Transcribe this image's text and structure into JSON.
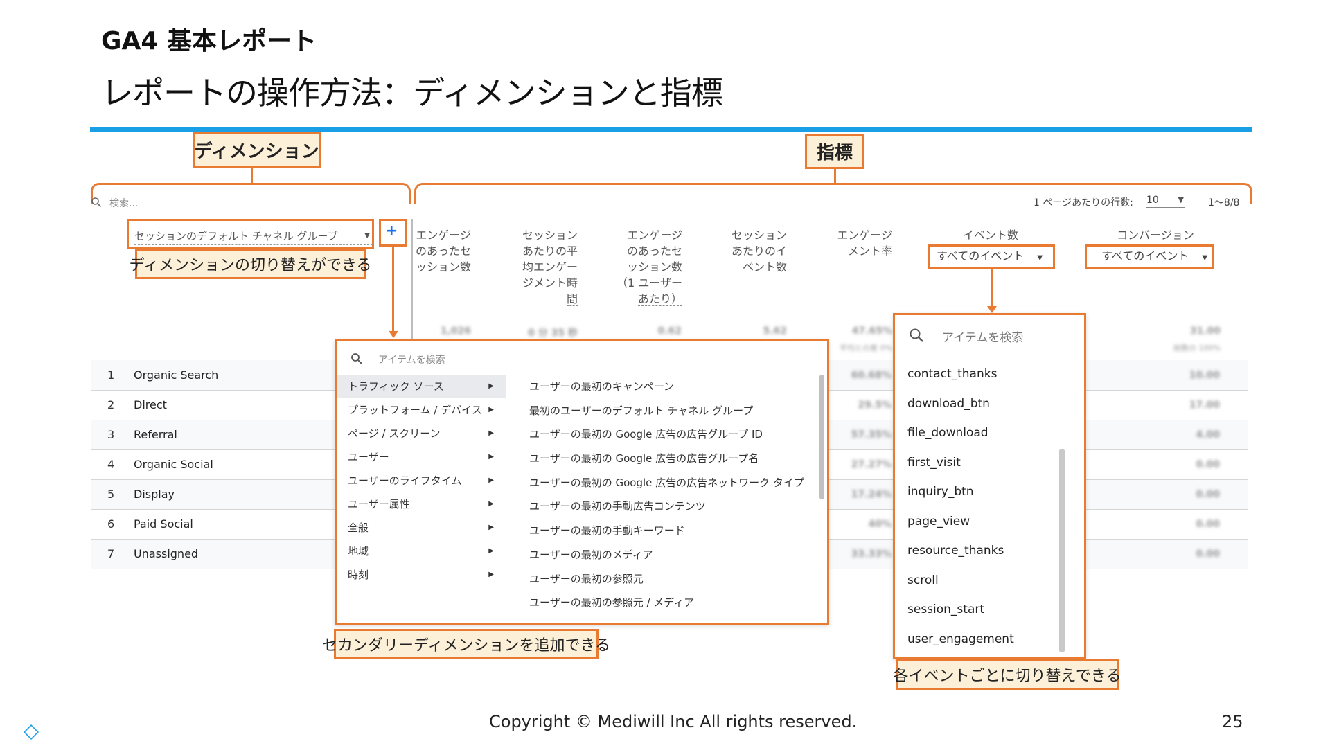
{
  "slide": {
    "kicker": "GA4 基本レポート",
    "title": "レポートの操作方法：ディメンションと指標"
  },
  "callouts": {
    "dimension": "ディメンション",
    "metric": "指標",
    "dimension_switch": "ディメンションの切り替えができる",
    "secondary_dimension": "セカンダリーディメンションを追加できる",
    "event_switch": "各イベントごとに切り替えできる"
  },
  "report": {
    "search_placeholder": "検索...",
    "rows_per_page_label": "1 ページあたりの行数:",
    "rows_per_page_value": "10",
    "pagination": "1〜8/8",
    "dimension_select": "セッションのデフォルト チャネル グループ",
    "add_dimension": "+",
    "metric_headers": [
      [
        "エンゲージ",
        "のあったセ",
        "ッション数"
      ],
      [
        "セッション",
        "あたりの平",
        "均エンゲー",
        "ジメント時",
        "間"
      ],
      [
        "エンゲージ",
        "のあったセ",
        "ッション数",
        "（1 ユーザー",
        "あたり）"
      ],
      [
        "セッション",
        "あたりのイ",
        "ベント数"
      ],
      [
        "エンゲージ",
        "メント率"
      ]
    ],
    "event_count_header": "イベント数",
    "event_count_select": "すべてのイベント",
    "conversion_header": "コンバージョン",
    "conversion_select": "すべてのイベント",
    "totals": [
      "1,026",
      "0 分 35 秒",
      "0.62",
      "5.62",
      "47.65%",
      "31.00"
    ],
    "totals_sub": [
      "",
      "",
      "",
      "",
      "平均との差 0%",
      "総数の 100%"
    ],
    "rows": [
      {
        "index": "1",
        "label": "Organic Search",
        "engagement_rate": "60.68%",
        "conversions": "10.00"
      },
      {
        "index": "2",
        "label": "Direct",
        "engagement_rate": "29.5%",
        "conversions": "17.00"
      },
      {
        "index": "3",
        "label": "Referral",
        "engagement_rate": "57.35%",
        "conversions": "4.00"
      },
      {
        "index": "4",
        "label": "Organic Social",
        "engagement_rate": "27.27%",
        "conversions": "0.00"
      },
      {
        "index": "5",
        "label": "Display",
        "engagement_rate": "17.24%",
        "conversions": "0.00"
      },
      {
        "index": "6",
        "label": "Paid Social",
        "engagement_rate": "40%",
        "conversions": "0.00"
      },
      {
        "index": "7",
        "label": "Unassigned",
        "engagement_rate": "33.33%",
        "conversions": "0.00"
      }
    ]
  },
  "dimension_menu": {
    "search_placeholder": "アイテムを検索",
    "categories": [
      "トラフィック ソース",
      "プラットフォーム / デバイス",
      "ページ / スクリーン",
      "ユーザー",
      "ユーザーのライフタイム",
      "ユーザー属性",
      "全般",
      "地域",
      "時刻"
    ],
    "selected_category": "トラフィック ソース",
    "items": [
      "ユーザーの最初のキャンペーン",
      "最初のユーザーのデフォルト チャネル グループ",
      "ユーザーの最初の Google 広告の広告グループ ID",
      "ユーザーの最初の Google 広告の広告グループ名",
      "ユーザーの最初の Google 広告の広告ネットワーク タイプ",
      "ユーザーの最初の手動広告コンテンツ",
      "ユーザーの最初の手動キーワード",
      "ユーザーの最初のメディア",
      "ユーザーの最初の参照元",
      "ユーザーの最初の参照元 / メディア"
    ]
  },
  "event_menu": {
    "search_placeholder": "アイテムを検索",
    "items": [
      "contact_thanks",
      "download_btn",
      "file_download",
      "first_visit",
      "inquiry_btn",
      "page_view",
      "resource_thanks",
      "scroll",
      "session_start",
      "user_engagement"
    ]
  },
  "footer": {
    "copyright": "Copyright © Mediwill Inc All rights reserved.",
    "page_number": "25"
  },
  "colors": {
    "accent_blue": "#1a9fe6",
    "callout_border": "#e87a32",
    "callout_fill": "#fdf0d8",
    "selected_menu_bg": "#e8eaed"
  },
  "icons": [
    "search-icon",
    "chevron-right-icon",
    "caret-down-icon",
    "plus-icon",
    "diamond-icon"
  ]
}
